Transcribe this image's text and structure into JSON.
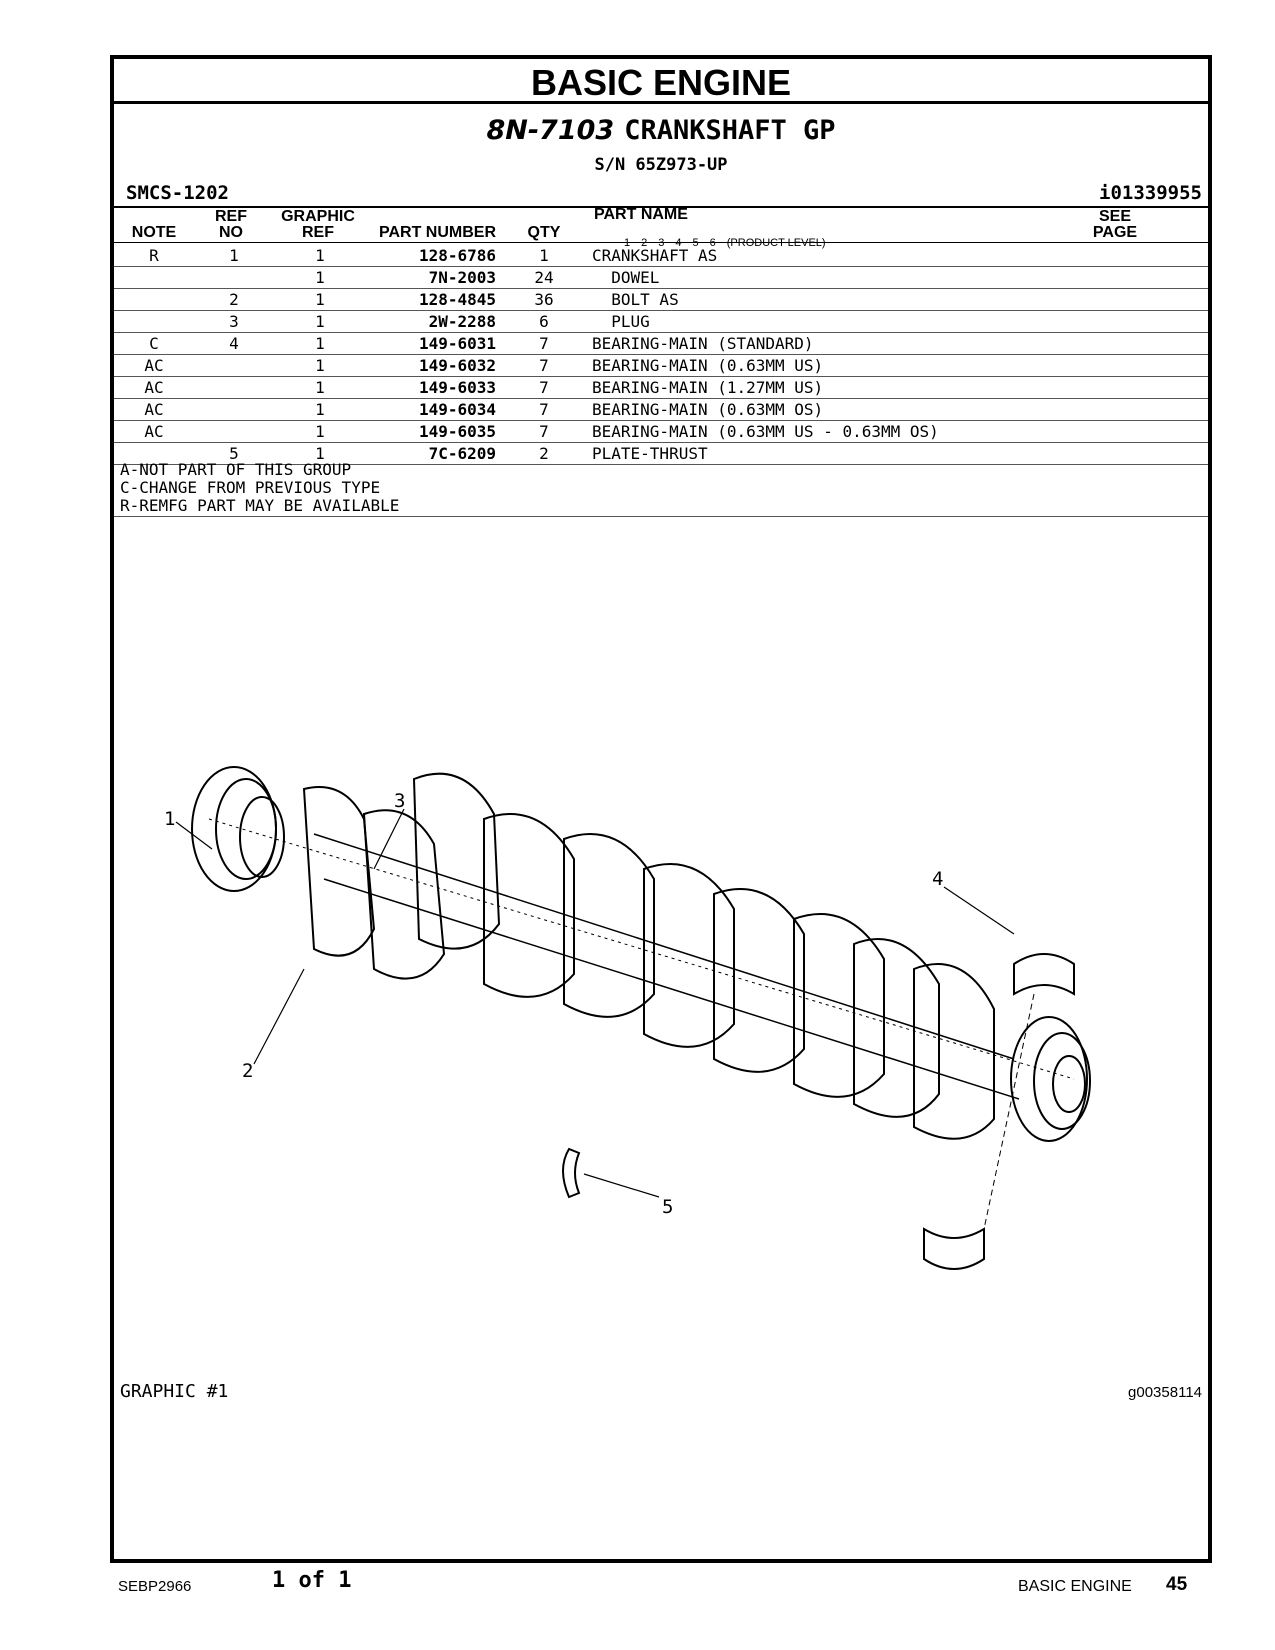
{
  "section": "BASIC ENGINE",
  "group": {
    "part_number": "8N-7103",
    "name": "CRANKSHAFT GP",
    "serial": "S/N 65Z973-UP"
  },
  "smcs": "SMCS-1202",
  "illustration_id": "i01339955",
  "columns": {
    "note": "NOTE",
    "ref_no_1": "REF",
    "ref_no_2": "NO",
    "graphic_ref_1": "GRAPHIC",
    "graphic_ref_2": "REF",
    "part_number": "PART NUMBER",
    "qty": "QTY",
    "part_name": "PART NAME",
    "product_level": "(PRODUCT LEVEL)",
    "see_page_1": "SEE",
    "see_page_2": "PAGE",
    "levels": [
      "1",
      "2",
      "3",
      "4",
      "5",
      "6"
    ]
  },
  "parts": [
    {
      "note": "R",
      "ref": "1",
      "gref": "1",
      "pn": "128-6786",
      "qty": "1",
      "name": "CRANKSHAFT AS"
    },
    {
      "note": "",
      "ref": "",
      "gref": "1",
      "pn": "7N-2003",
      "qty": "24",
      "name": "  DOWEL"
    },
    {
      "note": "",
      "ref": "2",
      "gref": "1",
      "pn": "128-4845",
      "qty": "36",
      "name": "  BOLT AS"
    },
    {
      "note": "",
      "ref": "3",
      "gref": "1",
      "pn": "2W-2288",
      "qty": "6",
      "name": "  PLUG"
    },
    {
      "note": "C",
      "ref": "4",
      "gref": "1",
      "pn": "149-6031",
      "qty": "7",
      "name": "BEARING-MAIN (STANDARD)"
    },
    {
      "note": "AC",
      "ref": "",
      "gref": "1",
      "pn": "149-6032",
      "qty": "7",
      "name": "BEARING-MAIN (0.63MM US)"
    },
    {
      "note": "AC",
      "ref": "",
      "gref": "1",
      "pn": "149-6033",
      "qty": "7",
      "name": "BEARING-MAIN (1.27MM US)"
    },
    {
      "note": "AC",
      "ref": "",
      "gref": "1",
      "pn": "149-6034",
      "qty": "7",
      "name": "BEARING-MAIN (0.63MM OS)"
    },
    {
      "note": "AC",
      "ref": "",
      "gref": "1",
      "pn": "149-6035",
      "qty": "7",
      "name": "BEARING-MAIN (0.63MM US - 0.63MM OS)"
    },
    {
      "note": "",
      "ref": "5",
      "gref": "1",
      "pn": "7C-6209",
      "qty": "2",
      "name": "PLATE-THRUST"
    }
  ],
  "notes": [
    "A-NOT PART OF THIS GROUP",
    "C-CHANGE FROM PREVIOUS TYPE",
    "R-REMFG PART MAY BE AVAILABLE"
  ],
  "callouts": [
    "1",
    "2",
    "3",
    "4",
    "5"
  ],
  "graphic_label": "GRAPHIC #1",
  "graphic_id": "g00358114",
  "footer": {
    "doc": "SEBP2966",
    "page_of": "1 of 1",
    "section": "BASIC ENGINE",
    "page": "45"
  }
}
